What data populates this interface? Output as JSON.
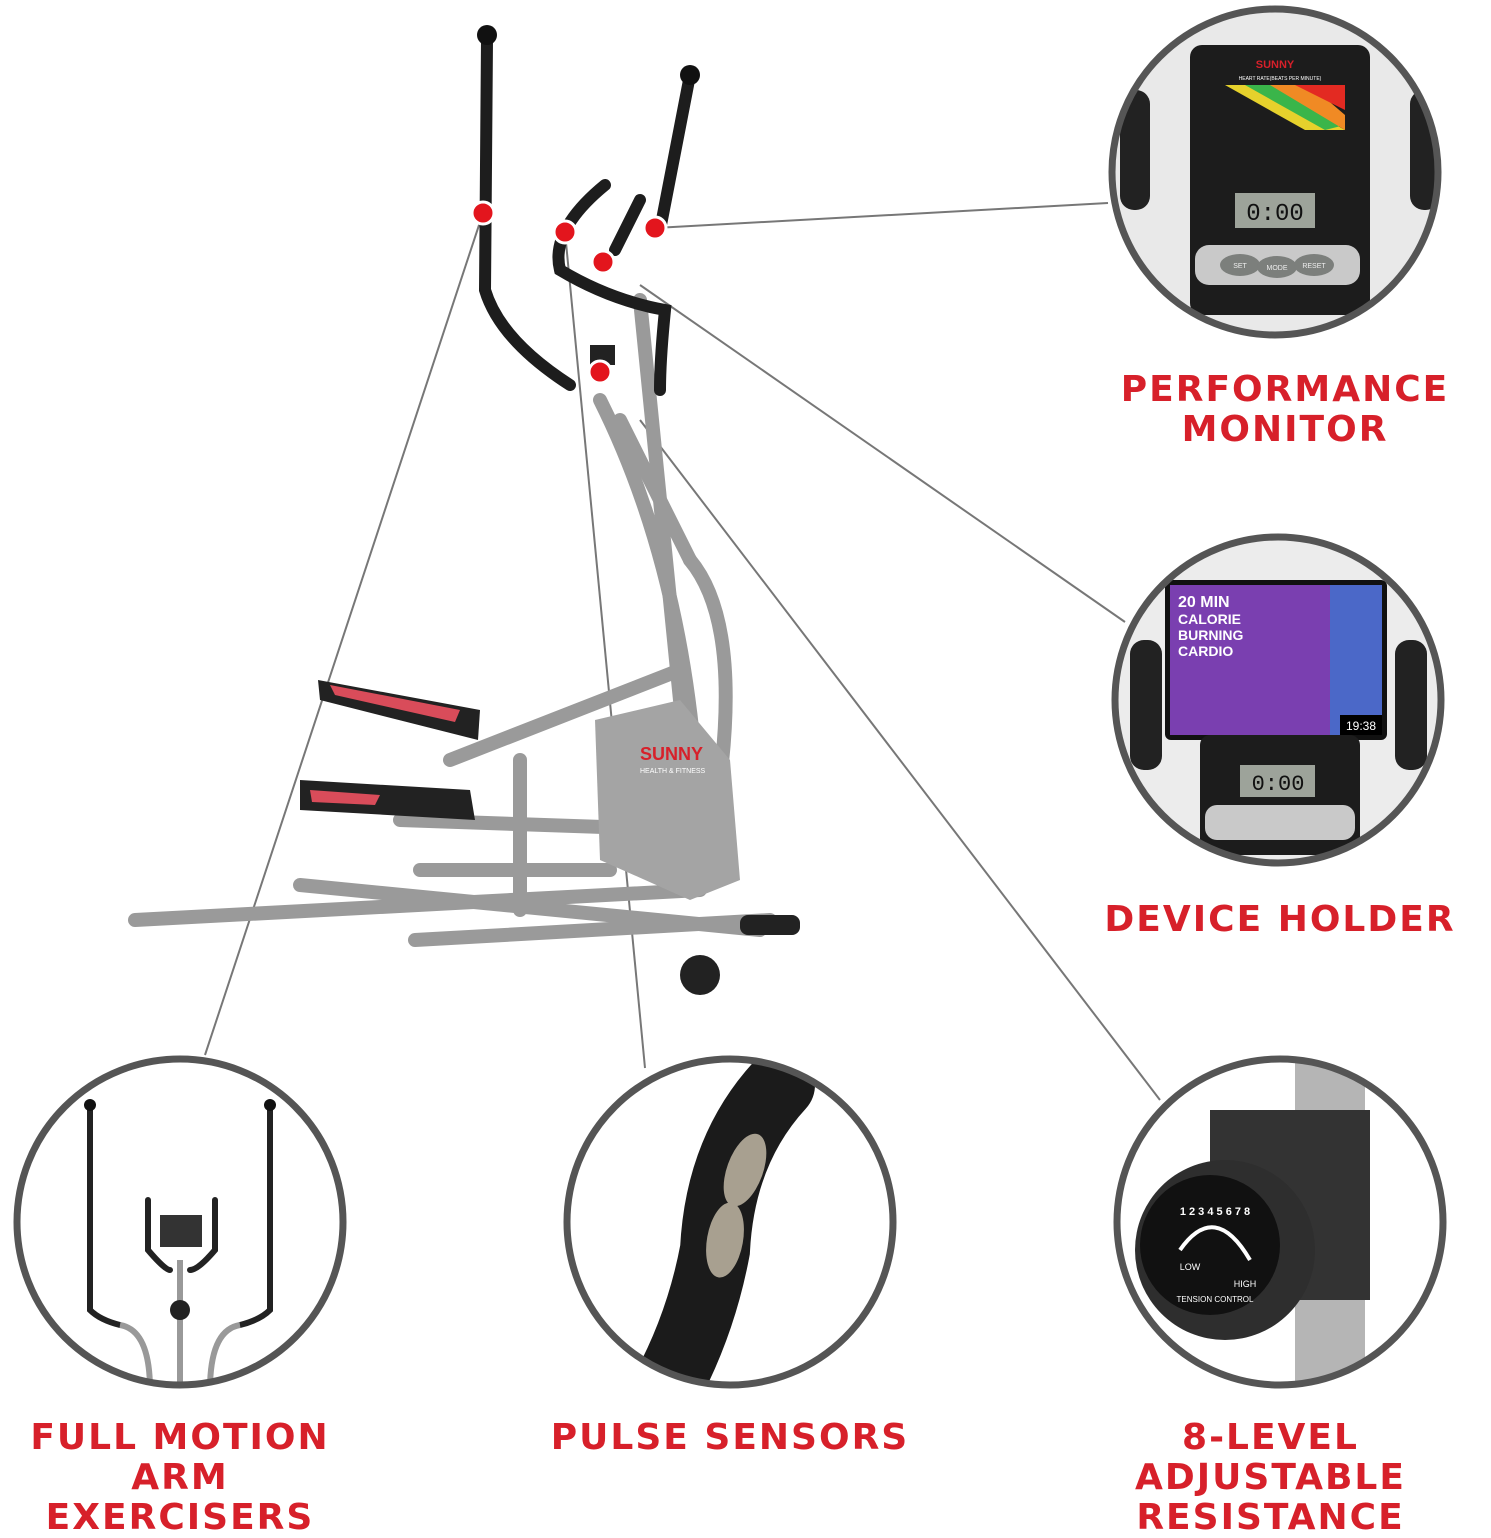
{
  "brand": {
    "name": "SUNNY",
    "tagline": "HEALTH & FITNESS"
  },
  "features": [
    {
      "line1": "PERFORMANCE",
      "line2": "MONITOR"
    },
    {
      "line1": "DEVICE HOLDER",
      "line2": ""
    },
    {
      "line1": "FULL MOTION",
      "line2": "ARM EXERCISERS"
    },
    {
      "line1": "PULSE SENSORS",
      "line2": ""
    },
    {
      "line1": "8-LEVEL ADJUSTABLE",
      "line2": "RESISTANCE"
    }
  ],
  "monitor": {
    "chart_title": "HEART RATE(BEATS PER MINUTE)",
    "display": "0:00",
    "buttons": [
      "SET",
      "MODE",
      "RESET"
    ]
  },
  "device_video": {
    "title_lines": [
      "20 MIN",
      "CALORIE",
      "BURNING",
      "CARDIO"
    ],
    "duration": "19:38"
  },
  "knob": {
    "levels": "1 2 3 4 5 6 7 8",
    "low": "LOW",
    "high": "HIGH",
    "caption": "TENSION CONTROL"
  },
  "colors": {
    "accent": "#d7202a",
    "frame": "#9a9a9a",
    "ring": "#555555"
  }
}
